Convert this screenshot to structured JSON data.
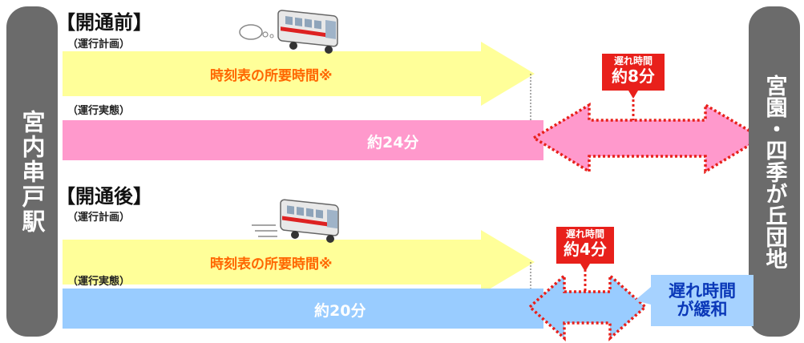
{
  "stations": {
    "left": "宮内串戸駅",
    "right": "宮園・四季が丘団地"
  },
  "before": {
    "heading": "【開通前】",
    "plan_label": "（運行計画）",
    "plan_bar_text": "時刻表の所要時間※",
    "actual_label": "（運行実態）",
    "actual_bar_text": "約24分",
    "delay_title": "遅れ時間",
    "delay_value": "約8分"
  },
  "after": {
    "heading": "【開通後】",
    "plan_label": "（運行計画）",
    "plan_bar_text": "時刻表の所要時間※",
    "actual_label": "（運行実態）",
    "actual_bar_text": "約20分",
    "delay_title": "遅れ時間",
    "delay_value": "約4分",
    "relief_line1": "遅れ時間",
    "relief_line2": "が緩和"
  },
  "colors": {
    "plan_bar": "#ffff99",
    "before_actual_bar": "#ff99cc",
    "after_actual_bar": "#99ccff",
    "callout": "#e8201b",
    "relief_box": "#a6d2ff",
    "station": "#6b6b6b"
  }
}
